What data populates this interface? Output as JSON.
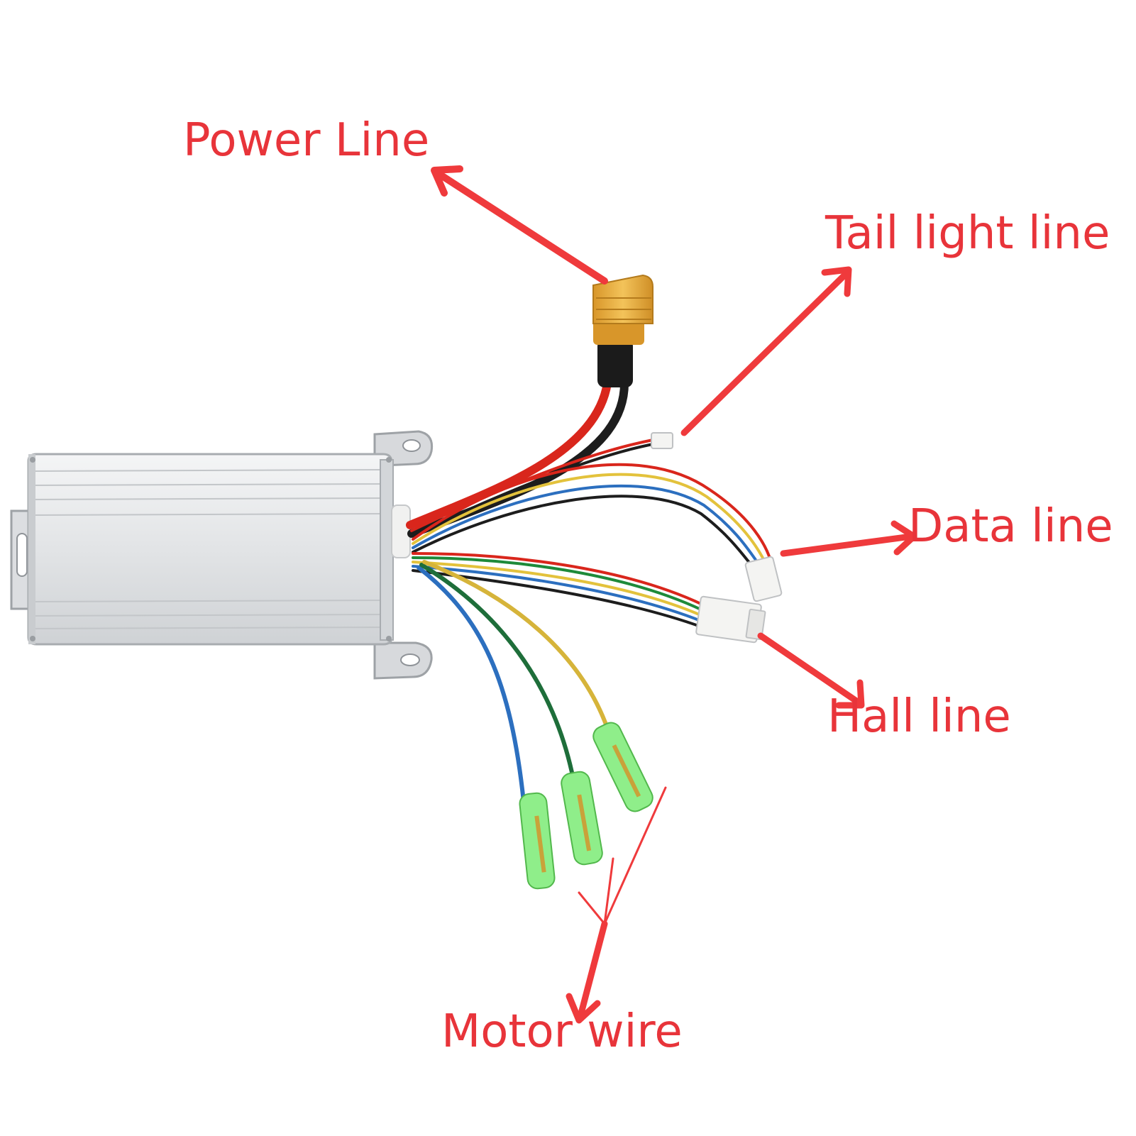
{
  "colors": {
    "label": "#e8343a",
    "arrow": "#ef3a3c",
    "housing": "#e6e7e8",
    "housing_edge": "#b9bcc0",
    "connector_yellow": "#e9b23a",
    "connector_green": "#8fee8a",
    "connector_white": "#f4f4f2",
    "wire_red": "#d9261c",
    "wire_black": "#1d1d1d",
    "wire_blue": "#2c6fbf",
    "wire_green": "#1e6e3a",
    "wire_yellow": "#d6b43a"
  },
  "labels": {
    "power_line": "Power Line",
    "tail_light_line": "Tail light line",
    "data_line": "Data line",
    "hall_line": "Hall line",
    "motor_wire": "Motor wire"
  },
  "icons": {
    "controller": "controller-box-icon",
    "power_connector": "xt60-connector-icon",
    "motor_connector": "bullet-connector-icon"
  }
}
